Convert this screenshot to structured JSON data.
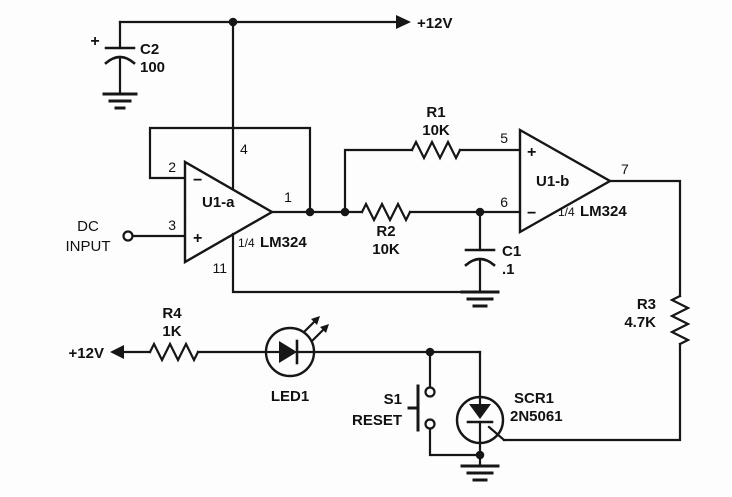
{
  "schematic": {
    "power_rail_top": "+12V",
    "power_rail_bottom": "+12V",
    "dc_input": {
      "line1": "DC",
      "line2": "INPUT"
    },
    "symbols": {
      "plus": "+",
      "minus": "−"
    },
    "c2": {
      "ref": "C2",
      "value": "100"
    },
    "c1": {
      "ref": "C1",
      "value": ".1"
    },
    "r1": {
      "ref": "R1",
      "value": "10K"
    },
    "r2": {
      "ref": "R2",
      "value": "10K"
    },
    "r3": {
      "ref": "R3",
      "value": "4.7K"
    },
    "r4": {
      "ref": "R4",
      "value": "1K"
    },
    "u1a": {
      "ref": "U1-a",
      "fraction": "1/4",
      "part": "LM324",
      "pin_inv": "2",
      "pin_noninv": "3",
      "pin_vcc": "4",
      "pin_vee": "11",
      "pin_out": "1"
    },
    "u1b": {
      "ref": "U1-b",
      "fraction": "1/4",
      "part": "LM324",
      "pin_noninv": "5",
      "pin_inv": "6",
      "pin_out": "7"
    },
    "led1": {
      "ref": "LED1"
    },
    "s1": {
      "ref": "S1",
      "label": "RESET"
    },
    "scr1": {
      "ref": "SCR1",
      "part": "2N5061"
    }
  }
}
